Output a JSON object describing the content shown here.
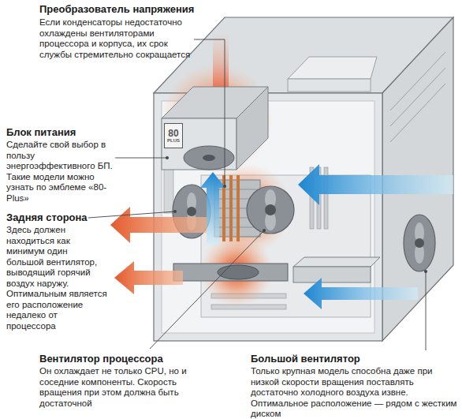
{
  "diagram": {
    "nodes": [
      {
        "text": [
          "80",
          "PLUS"
        ]
      }
    ],
    "labels": [
      "Преобразователь напряжения",
      "Если конденсаторы недостаточно охлаждены вентиляторами процессора и корпуса, их срок службы стремительно сокращается",
      "Блок питания",
      "Сделайте свой выбор в пользу энергоэффективного БП. Такие модели можно узнать по эмблеме «80-Plus»",
      "Задняя сторона",
      "Здесь должен находиться как минимум один большой вентилятор, выводящий горячий воздух наружу. Оптимальным является его расположение недалеко от процессора",
      "Вентилятор процессора",
      "Он охлаждает не только CPU, но и соседние компоненты. Скорость вращения при этом должна быть достаточной",
      "Большой вентилятор",
      "Только крупная модель способна даже при низкой скорости вращения поставлять достаточно холодного воздуха извне. Оптимальное расположение — рядом с жестким диском"
    ]
  }
}
